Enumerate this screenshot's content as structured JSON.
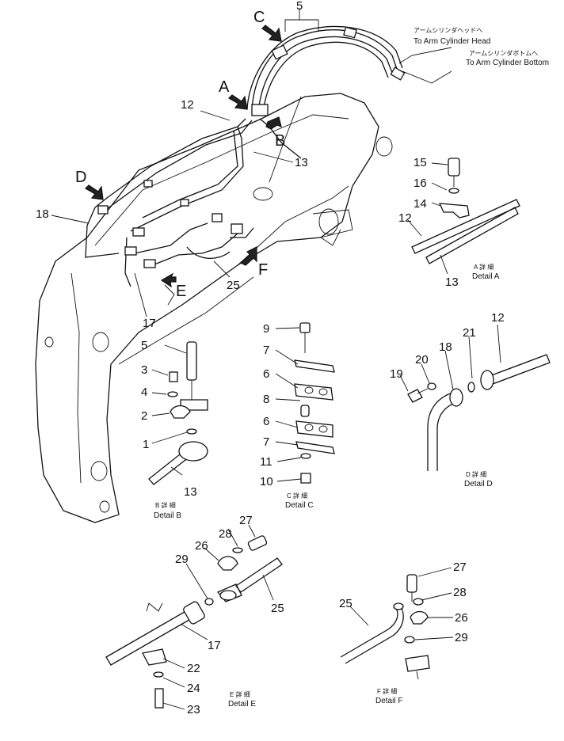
{
  "diagram": {
    "arm_cylinder_head_jp": "アームシリンダヘッドへ",
    "arm_cylinder_head_en": "To Arm Cylinder Head",
    "arm_cylinder_bottom_jp": "アームシリンダボトムへ",
    "arm_cylinder_bottom_en": "To Arm Cylinder Bottom",
    "view_a": "A",
    "view_b": "B",
    "view_c": "C",
    "view_d": "D",
    "view_e": "E",
    "view_f": "F",
    "detail_a_jp": "A 詳 細",
    "detail_a_en": "Detail A",
    "detail_b_jp": "B 詳 細",
    "detail_b_en": "Detail B",
    "detail_c_jp": "C 詳 細",
    "detail_c_en": "Detail C",
    "detail_d_jp": "D 詳 細",
    "detail_d_en": "Detail D",
    "detail_e_jp": "E 詳 細",
    "detail_e_en": "Detail E",
    "detail_f_jp": "F 詳 細",
    "detail_f_en": "Detail F",
    "callouts": {
      "main": [
        "5",
        "12",
        "13",
        "18",
        "17",
        "25"
      ],
      "detail_a": [
        "15",
        "16",
        "14",
        "12",
        "13"
      ],
      "detail_b": [
        "5",
        "3",
        "4",
        "2",
        "1",
        "13"
      ],
      "detail_c": [
        "9",
        "7",
        "6",
        "8",
        "6",
        "7",
        "11",
        "10"
      ],
      "detail_d": [
        "12",
        "21",
        "18",
        "20",
        "19"
      ],
      "detail_e": [
        "28",
        "27",
        "26",
        "29",
        "25",
        "17",
        "22",
        "24",
        "23"
      ],
      "detail_f": [
        "27",
        "28",
        "26",
        "29",
        "25"
      ]
    }
  }
}
